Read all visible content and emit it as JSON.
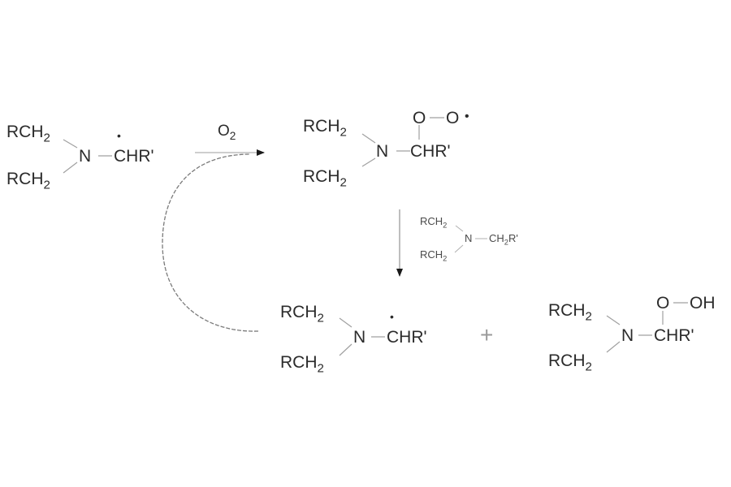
{
  "diagram": {
    "type": "reaction_scheme",
    "title": "",
    "reactant": {
      "rch2_top": "RCH",
      "rch2_top_sub": "2",
      "rch2_bottom": "RCH",
      "rch2_bottom_sub": "2",
      "n": "N",
      "carbon": "CHR'",
      "radical_dot": "•"
    },
    "step1_reagent": {
      "text": "O",
      "sub": "2"
    },
    "peroxy_radical": {
      "rch2_top": "RCH",
      "rch2_top_sub": "2",
      "rch2_bottom": "RCH",
      "rch2_bottom_sub": "2",
      "n": "N",
      "carbon": "CHR'",
      "o1": "O",
      "o2": "O",
      "radical_dot": "•"
    },
    "step2_reagent": {
      "rch2_top": "RCH",
      "rch2_top_sub": "2",
      "rch2_bottom": "RCH",
      "rch2_bottom_sub": "2",
      "n": "N",
      "ch2r": "CH",
      "ch2r_sub": "2",
      "ch2r_tail": "R'"
    },
    "product_radical": {
      "rch2_top": "RCH",
      "rch2_top_sub": "2",
      "rch2_bottom": "RCH",
      "rch2_bottom_sub": "2",
      "n": "N",
      "carbon": "CHR'",
      "radical_dot": "•"
    },
    "plus": "+",
    "hydroperoxide": {
      "rch2_top": "RCH",
      "rch2_top_sub": "2",
      "rch2_bottom": "RCH",
      "rch2_bottom_sub": "2",
      "n": "N",
      "carbon": "CHR'",
      "o1": "O",
      "oh": "OH"
    },
    "colors": {
      "text": "#2b2b2b",
      "bond": "#9a9a9a",
      "arrow": "#1a1a1a",
      "cycle_arrow": "#777777"
    }
  }
}
